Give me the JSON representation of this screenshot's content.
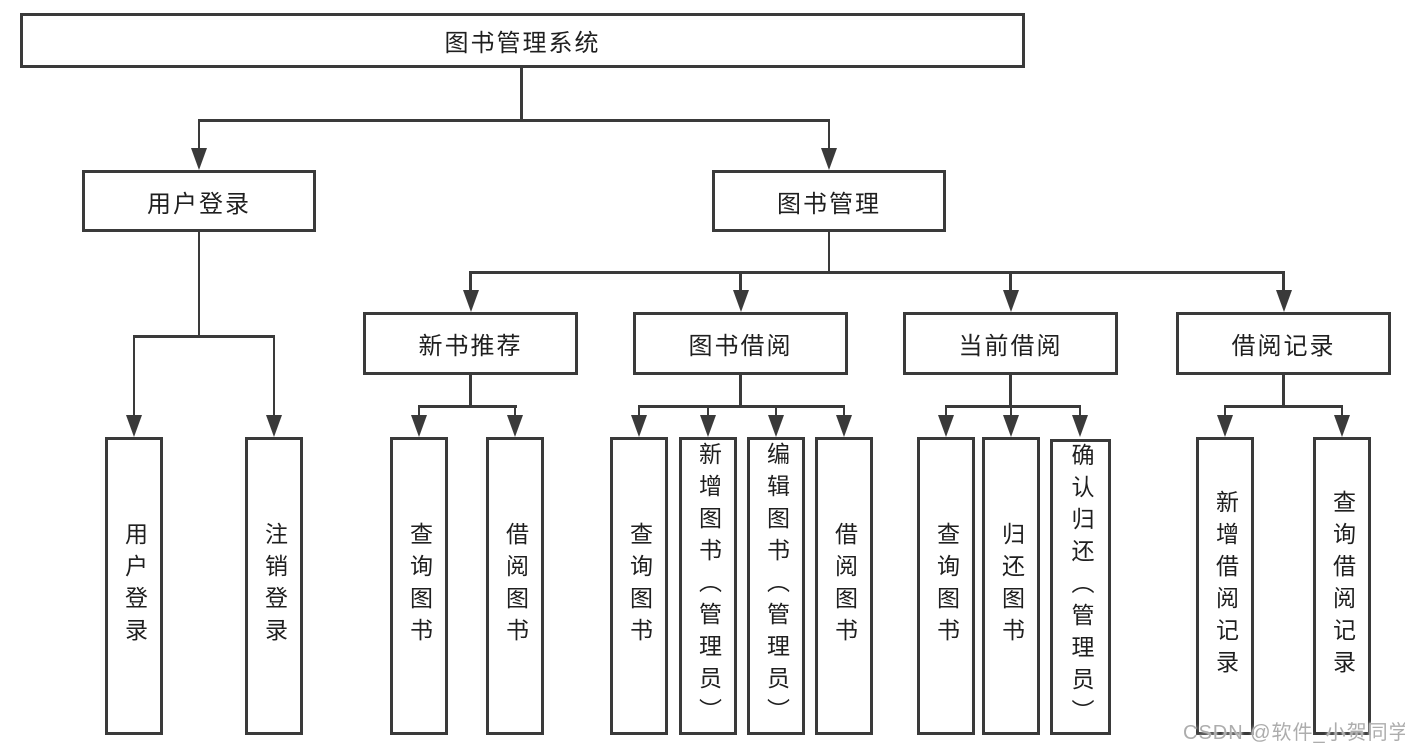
{
  "diagram_title": "图书管理系统",
  "colors": {
    "line": "#3a3a3a",
    "text": "#1f1f1f",
    "background": "#ffffff",
    "watermark": "#adadad"
  },
  "tree": {
    "root": {
      "label": "图书管理系统"
    },
    "branches": [
      {
        "label": "用户登录",
        "children": [
          {
            "label": "用户登录"
          },
          {
            "label": "注销登录"
          }
        ]
      },
      {
        "label": "图书管理",
        "children": [
          {
            "label": "新书推荐",
            "children": [
              {
                "label": "查询图书"
              },
              {
                "label": "借阅图书"
              }
            ]
          },
          {
            "label": "图书借阅",
            "children": [
              {
                "label": "查询图书"
              },
              {
                "label": "新增图书（管理员）"
              },
              {
                "label": "编辑图书（管理员）"
              },
              {
                "label": "借阅图书"
              }
            ]
          },
          {
            "label": "当前借阅",
            "children": [
              {
                "label": "查询图书"
              },
              {
                "label": "归还图书"
              },
              {
                "label": "确认归还（管理员）"
              }
            ]
          },
          {
            "label": "借阅记录",
            "children": [
              {
                "label": "新增借阅记录"
              },
              {
                "label": "查询借阅记录"
              }
            ]
          }
        ]
      }
    ]
  },
  "watermark": "CSDN @软件_小贺同学"
}
